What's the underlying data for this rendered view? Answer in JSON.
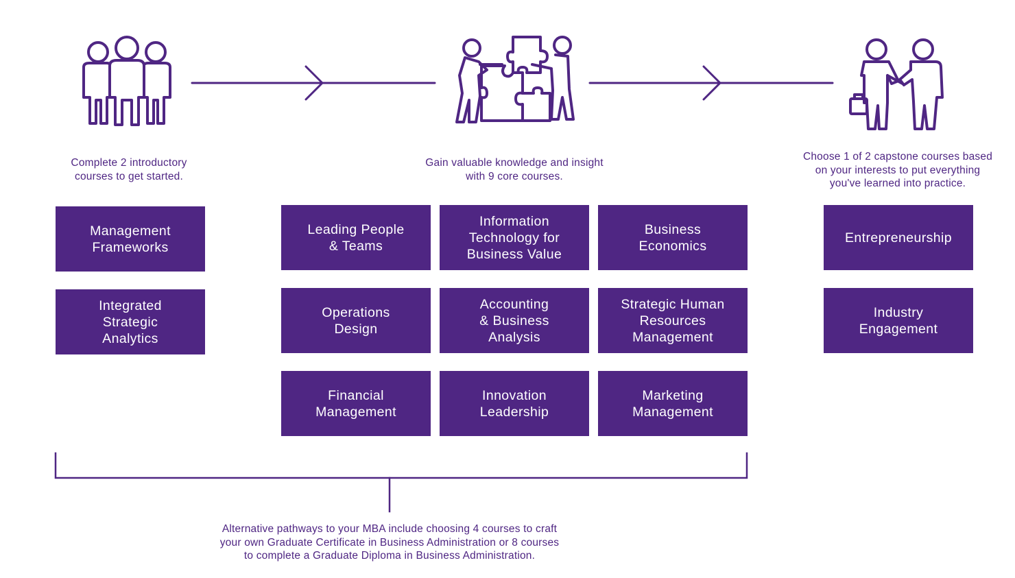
{
  "stages": [
    {
      "caption_lines": [
        "Complete 2 introductory",
        "courses to get started."
      ],
      "courses": [
        [
          "Management",
          "Frameworks"
        ],
        [
          "Integrated",
          "Strategic",
          "Analytics"
        ]
      ]
    },
    {
      "caption_lines": [
        "Gain valuable knowledge and insight",
        "with 9 core courses."
      ],
      "courses": [
        [
          "Leading People",
          "& Teams"
        ],
        [
          "Information",
          "Technology for",
          "Business Value"
        ],
        [
          "Business",
          "Economics"
        ],
        [
          "Operations",
          "Design"
        ],
        [
          "Accounting",
          "& Business",
          "Analysis"
        ],
        [
          "Strategic Human",
          "Resources",
          "Management"
        ],
        [
          "Financial",
          "Management"
        ],
        [
          "Innovation",
          "Leadership"
        ],
        [
          "Marketing",
          "Management"
        ]
      ]
    },
    {
      "caption_lines": [
        "Choose 1 of 2 capstone courses based",
        "on your interests to put everything",
        "you've learned into practice."
      ],
      "courses": [
        [
          "Entrepreneurship"
        ],
        [
          "Industry",
          "Engagement"
        ]
      ]
    }
  ],
  "footnote_lines": [
    "Alternative pathways to your MBA include choosing 4 courses to craft",
    "your own Graduate Certificate in Business Administration or 8 courses",
    "to complete a Graduate Diploma in Business Administration."
  ],
  "colors": {
    "brand": "#4f2683",
    "box_text": "#ffffff",
    "background": "#ffffff"
  },
  "icons": [
    "group-of-people-icon",
    "puzzle-collaboration-icon",
    "handshake-icon",
    "arrow-right-icon"
  ]
}
